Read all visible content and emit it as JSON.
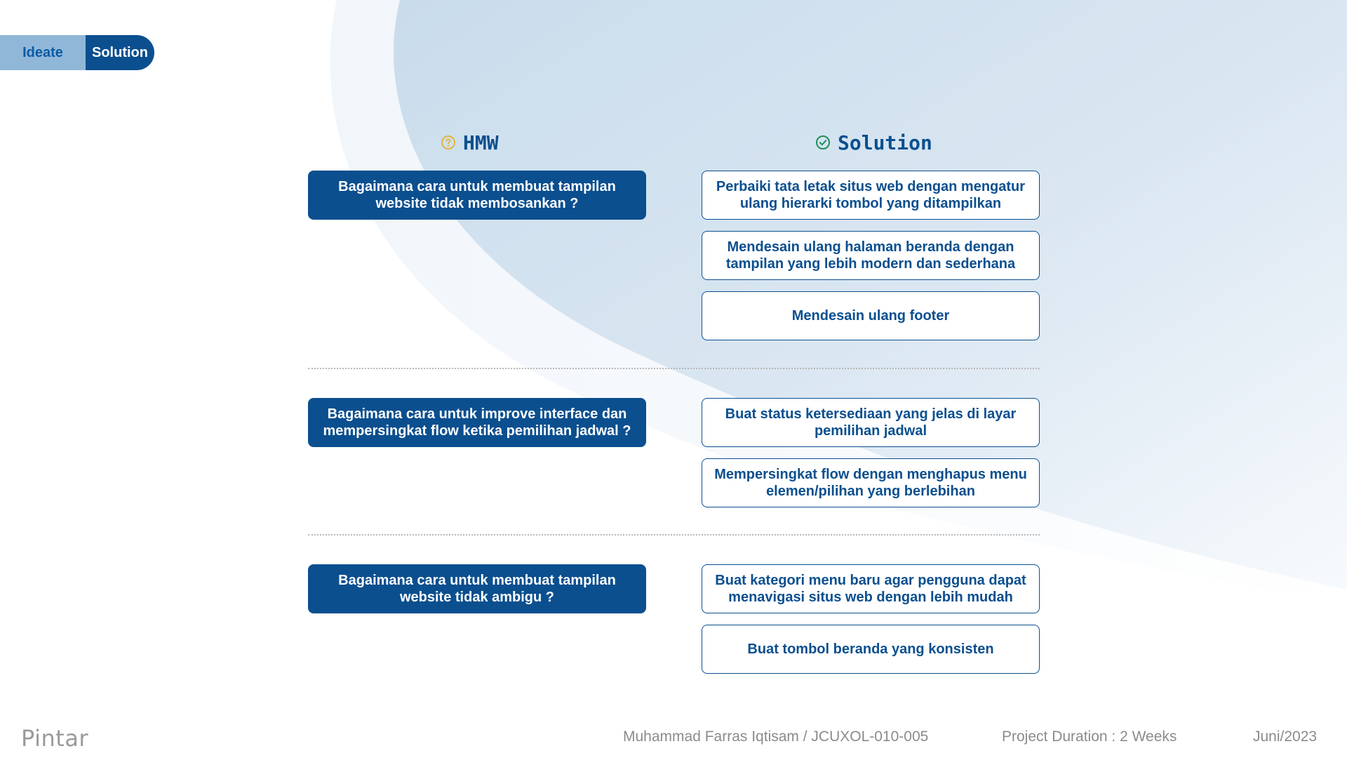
{
  "tabs": {
    "ideate": "Ideate",
    "solution": "Solution"
  },
  "columns": {
    "hmw_title": "HMW",
    "solution_title": "Solution"
  },
  "rows": [
    {
      "hmw": "Bagaimana cara untuk membuat tampilan website tidak membosankan ?",
      "solutions": [
        "Perbaiki tata letak situs web dengan mengatur ulang hierarki tombol yang ditampilkan",
        "Mendesain ulang halaman beranda dengan tampilan yang lebih modern dan sederhana",
        "Mendesain ulang footer"
      ]
    },
    {
      "hmw": "Bagaimana cara untuk improve interface dan mempersingkat flow ketika pemilihan jadwal ?",
      "solutions": [
        "Buat status ketersediaan yang jelas di layar pemilihan jadwal",
        "Mempersingkat flow dengan menghapus menu elemen/pilihan yang berlebihan"
      ]
    },
    {
      "hmw": "Bagaimana cara untuk membuat tampilan website tidak ambigu ?",
      "solutions": [
        "Buat kategori menu baru agar pengguna dapat menavigasi situs web dengan lebih mudah",
        "Buat tombol beranda yang konsisten"
      ]
    }
  ],
  "footer": {
    "logo": "Pintar",
    "author": "Muhammad Farras Iqtisam / JCUXOL-010-005",
    "duration": "Project Duration : 2 Weeks",
    "date": "Juni/2023"
  },
  "colors": {
    "primary": "#0b4f8f",
    "tab_light": "#90b7d8",
    "hmw_icon": "#e3b53a",
    "solution_icon": "#1e8f5a"
  },
  "icons": {
    "hmw": "question-circle-icon",
    "solution": "check-circle-icon"
  }
}
